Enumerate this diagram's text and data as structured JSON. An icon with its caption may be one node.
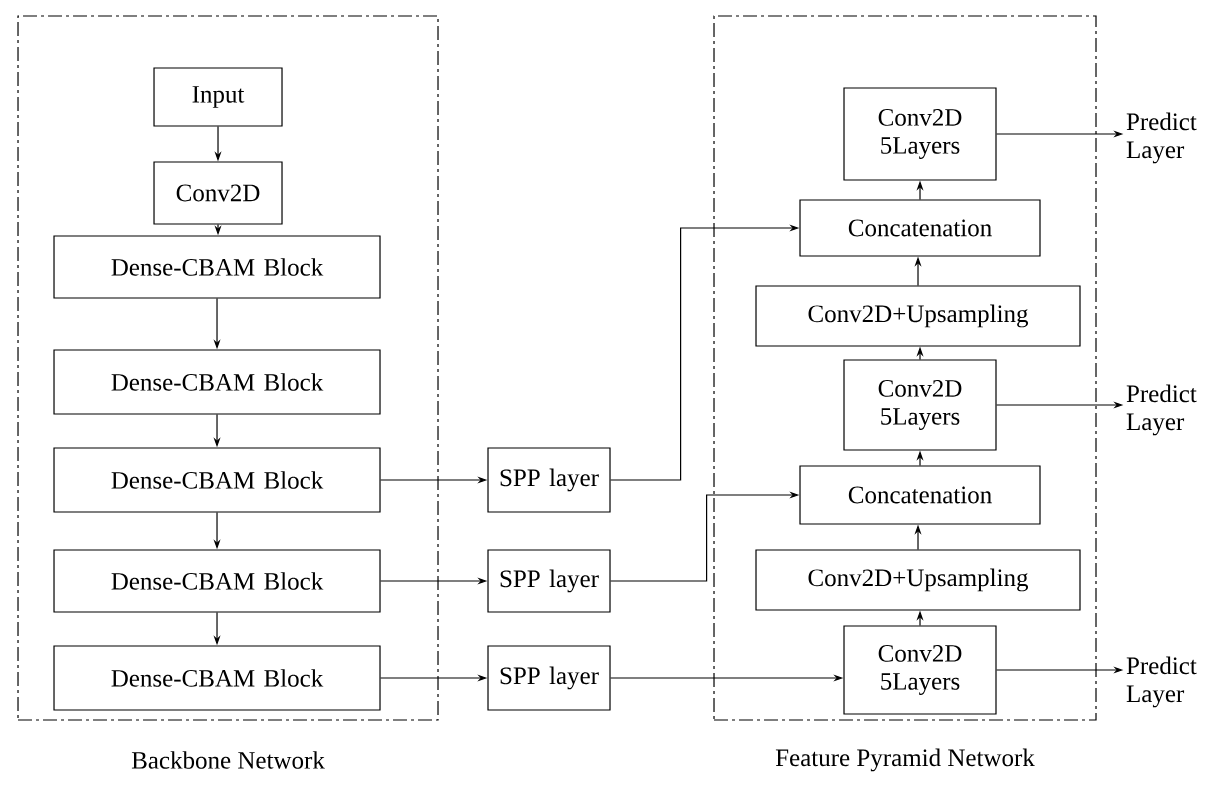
{
  "diagram": {
    "nodes": [
      {
        "text": [
          "Backbone Network"
        ]
      },
      {
        "text": [
          "Input"
        ],
        "in": 0
      },
      {
        "text": [
          "Conv2D"
        ],
        "in": 0
      },
      {
        "text": [
          "Dense-CBAM Block"
        ],
        "in": 0
      },
      {
        "text": [
          "Dense-CBAM Block"
        ],
        "in": 0
      },
      {
        "text": [
          "Dense-CBAM Block"
        ],
        "in": 0
      },
      {
        "text": [
          "Dense-CBAM Block"
        ],
        "in": 0
      },
      {
        "text": [
          "Dense-CBAM Block"
        ],
        "in": 0
      },
      {
        "text": [
          "SPP layer"
        ]
      },
      {
        "text": [
          "SPP layer"
        ]
      },
      {
        "text": [
          "SPP layer"
        ]
      },
      {
        "text": [
          "Feature Pyramid Network"
        ]
      },
      {
        "text": [
          "Conv2D 5Layers"
        ],
        "in": 11
      },
      {
        "text": [
          "Concatenation"
        ],
        "in": 11
      },
      {
        "text": [
          "Conv2D+Upsampling"
        ],
        "in": 11
      },
      {
        "text": [
          "Conv2D 5Layers"
        ],
        "in": 11
      },
      {
        "text": [
          "Concatenation"
        ],
        "in": 11
      },
      {
        "text": [
          "Conv2D+Upsampling"
        ],
        "in": 11
      },
      {
        "text": [
          "Conv2D 5Layers"
        ],
        "in": 11
      },
      {
        "text": [
          "Predict Layer"
        ]
      },
      {
        "text": [
          "Predict Layer"
        ]
      },
      {
        "text": [
          "Predict Layer"
        ]
      }
    ],
    "edges": [
      {
        "from": 1,
        "to": 2,
        "arrow": "to"
      },
      {
        "from": 2,
        "to": 3,
        "arrow": "to"
      },
      {
        "from": 3,
        "to": 4,
        "arrow": "to"
      },
      {
        "from": 4,
        "to": 5,
        "arrow": "to"
      },
      {
        "from": 5,
        "to": 6,
        "arrow": "to"
      },
      {
        "from": 6,
        "to": 7,
        "arrow": "to"
      },
      {
        "from": 5,
        "to": 8,
        "arrow": "to"
      },
      {
        "from": 6,
        "to": 9,
        "arrow": "to"
      },
      {
        "from": 7,
        "to": 10,
        "arrow": "to"
      },
      {
        "from": 8,
        "to": 13,
        "arrow": "to"
      },
      {
        "from": 9,
        "to": 16,
        "arrow": "to"
      },
      {
        "from": 10,
        "to": 18,
        "arrow": "to"
      },
      {
        "from": 18,
        "to": 17,
        "arrow": "to"
      },
      {
        "from": 17,
        "to": 16,
        "arrow": "to"
      },
      {
        "from": 16,
        "to": 15,
        "arrow": "to"
      },
      {
        "from": 15,
        "to": 14,
        "arrow": "to"
      },
      {
        "from": 14,
        "to": 13,
        "arrow": "to"
      },
      {
        "from": 13,
        "to": 12,
        "arrow": "to"
      },
      {
        "from": 12,
        "to": 19,
        "arrow": "to"
      },
      {
        "from": 15,
        "to": 20,
        "arrow": "to"
      },
      {
        "from": 18,
        "to": 21,
        "arrow": "to"
      }
    ]
  }
}
